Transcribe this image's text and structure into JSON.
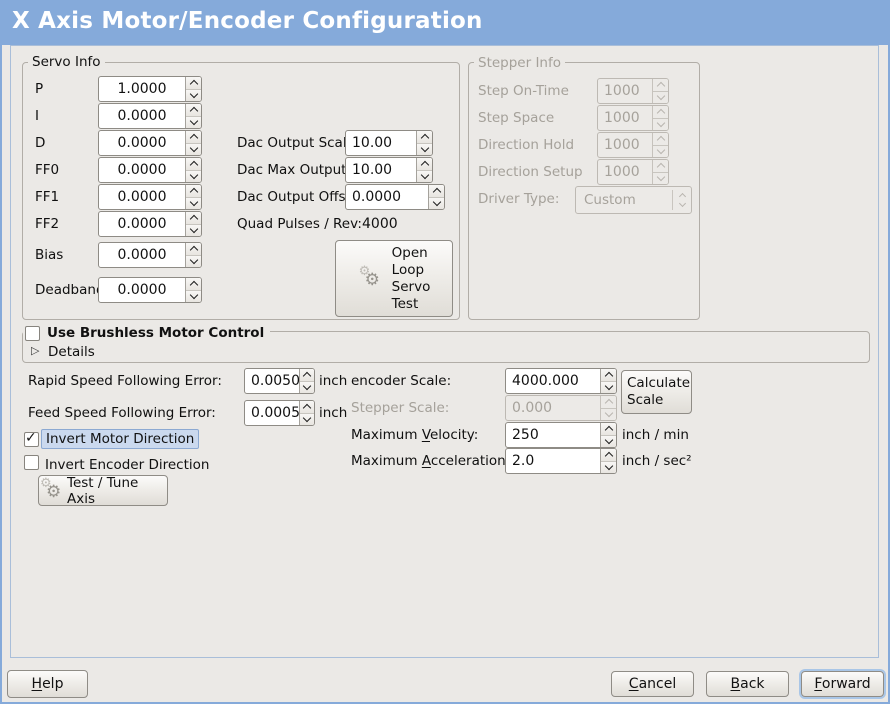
{
  "window": {
    "title": "X Axis Motor/Encoder Configuration"
  },
  "servo_info": {
    "title": "Servo Info",
    "rows": [
      {
        "label": "P",
        "value": "1.0000"
      },
      {
        "label": "I",
        "value": "0.0000"
      },
      {
        "label": "D",
        "value": "0.0000"
      },
      {
        "label": "FF0",
        "value": "0.0000"
      },
      {
        "label": "FF1",
        "value": "0.0000"
      },
      {
        "label": "FF2",
        "value": "0.0000"
      },
      {
        "label": "Bias",
        "value": "0.0000"
      },
      {
        "label": "Deadband",
        "value": "0.0000"
      }
    ],
    "dac_rows": [
      {
        "label": "Dac Output Scale:",
        "value": "10.00"
      },
      {
        "label": "Dac Max Output:",
        "value": "10.00"
      },
      {
        "label": "Dac Output Offset:",
        "value": "0.0000"
      }
    ],
    "quad_pulses": {
      "label": "Quad Pulses / Rev:",
      "value": "4000"
    },
    "open_loop_test_button": "Open\nLoop\nServo\nTest"
  },
  "stepper_info": {
    "title": "Stepper Info",
    "rows": [
      {
        "label": "Step On-Time",
        "value": "1000"
      },
      {
        "label": "Step Space",
        "value": "1000"
      },
      {
        "label": "Direction Hold",
        "value": "1000"
      },
      {
        "label": "Direction Setup",
        "value": "1000"
      }
    ],
    "driver_type": {
      "label": "Driver Type:",
      "value": "Custom"
    }
  },
  "brushless": {
    "checkbox_label": "Use Brushless Motor Control",
    "details_label": "Details"
  },
  "following_error": {
    "rapid": {
      "label": "Rapid Speed Following Error:",
      "value": "0.0050",
      "unit": "inch"
    },
    "feed": {
      "label": "Feed Speed Following Error:",
      "value": "0.0005",
      "unit": "inch"
    }
  },
  "direction": {
    "invert_motor_label": "Invert Motor Direction",
    "invert_encoder_label": "Invert Encoder Direction"
  },
  "test_tune_button": "Test / Tune Axis",
  "scaling": {
    "encoder_scale": {
      "label": "encoder Scale:",
      "value": "4000.000"
    },
    "stepper_scale": {
      "label": "Stepper Scale:",
      "value": "0.000"
    },
    "calculate_button": "Calculate Scale",
    "max_velocity": {
      "pre": "Maximum ",
      "key": "V",
      "post": "elocity:",
      "value": "250",
      "unit": "inch / min"
    },
    "max_acceleration": {
      "pre": "Maximum ",
      "key": "A",
      "post": "cceleration:",
      "value": "2.0",
      "unit": "inch / sec²"
    }
  },
  "actions": {
    "help": {
      "key": "H",
      "post": "elp"
    },
    "cancel": {
      "key": "C",
      "post": "ancel"
    },
    "back": {
      "key": "B",
      "post": "ack"
    },
    "forward": {
      "key": "F",
      "post": "orward"
    }
  }
}
